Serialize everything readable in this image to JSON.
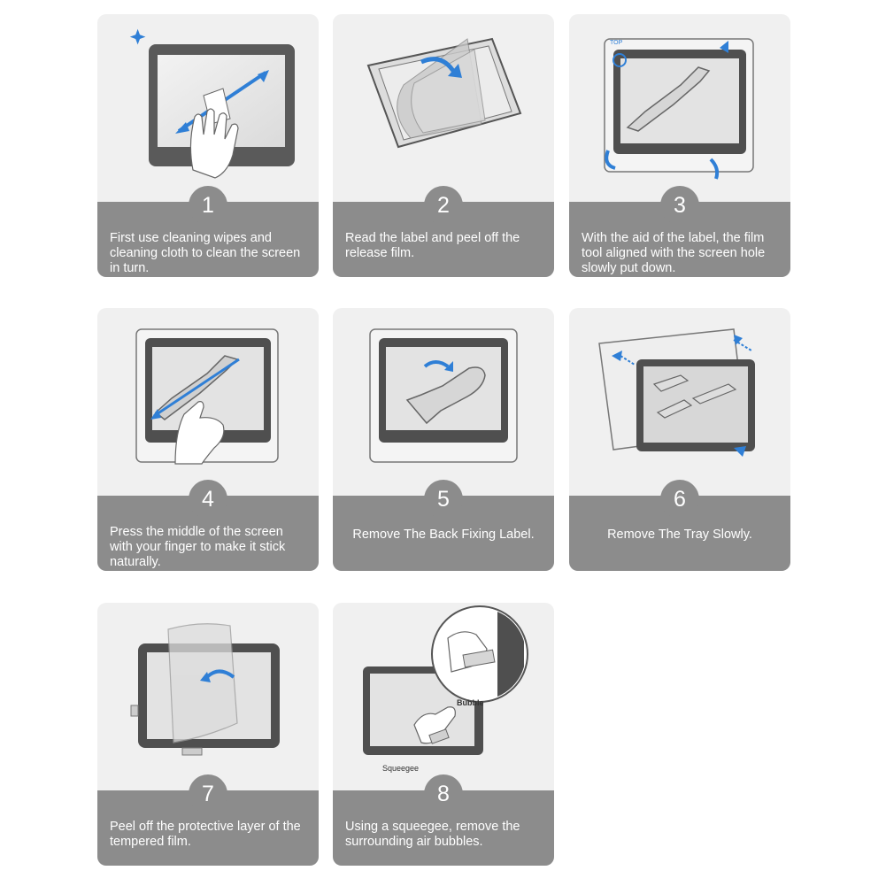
{
  "steps": [
    {
      "number": "1",
      "text": "First use cleaning wipes and cleaning cloth to clean the screen in turn."
    },
    {
      "number": "2",
      "text": "Read the label and peel off the release film."
    },
    {
      "number": "3",
      "text": "With the aid of the label, the film tool aligned with the screen hole slowly put down."
    },
    {
      "number": "4",
      "text": "Press the middle of the screen with your finger to make it stick naturally."
    },
    {
      "number": "5",
      "text": "Remove The Back Fixing Label."
    },
    {
      "number": "6",
      "text": "Remove The Tray Slowly."
    },
    {
      "number": "7",
      "text": "Peel off the protective layer of the tempered film."
    },
    {
      "number": "8",
      "text": "Using a squeegee, remove the surrounding air bubbles."
    }
  ],
  "labels": {
    "top": "TOP",
    "bubble": "Bubble",
    "squeegee": "Squeegee"
  },
  "colors": {
    "card_bg": "#f0f0f0",
    "caption_bg": "#8c8c8c",
    "arrow_blue": "#2f7fd6",
    "frame_dark": "#555555"
  }
}
